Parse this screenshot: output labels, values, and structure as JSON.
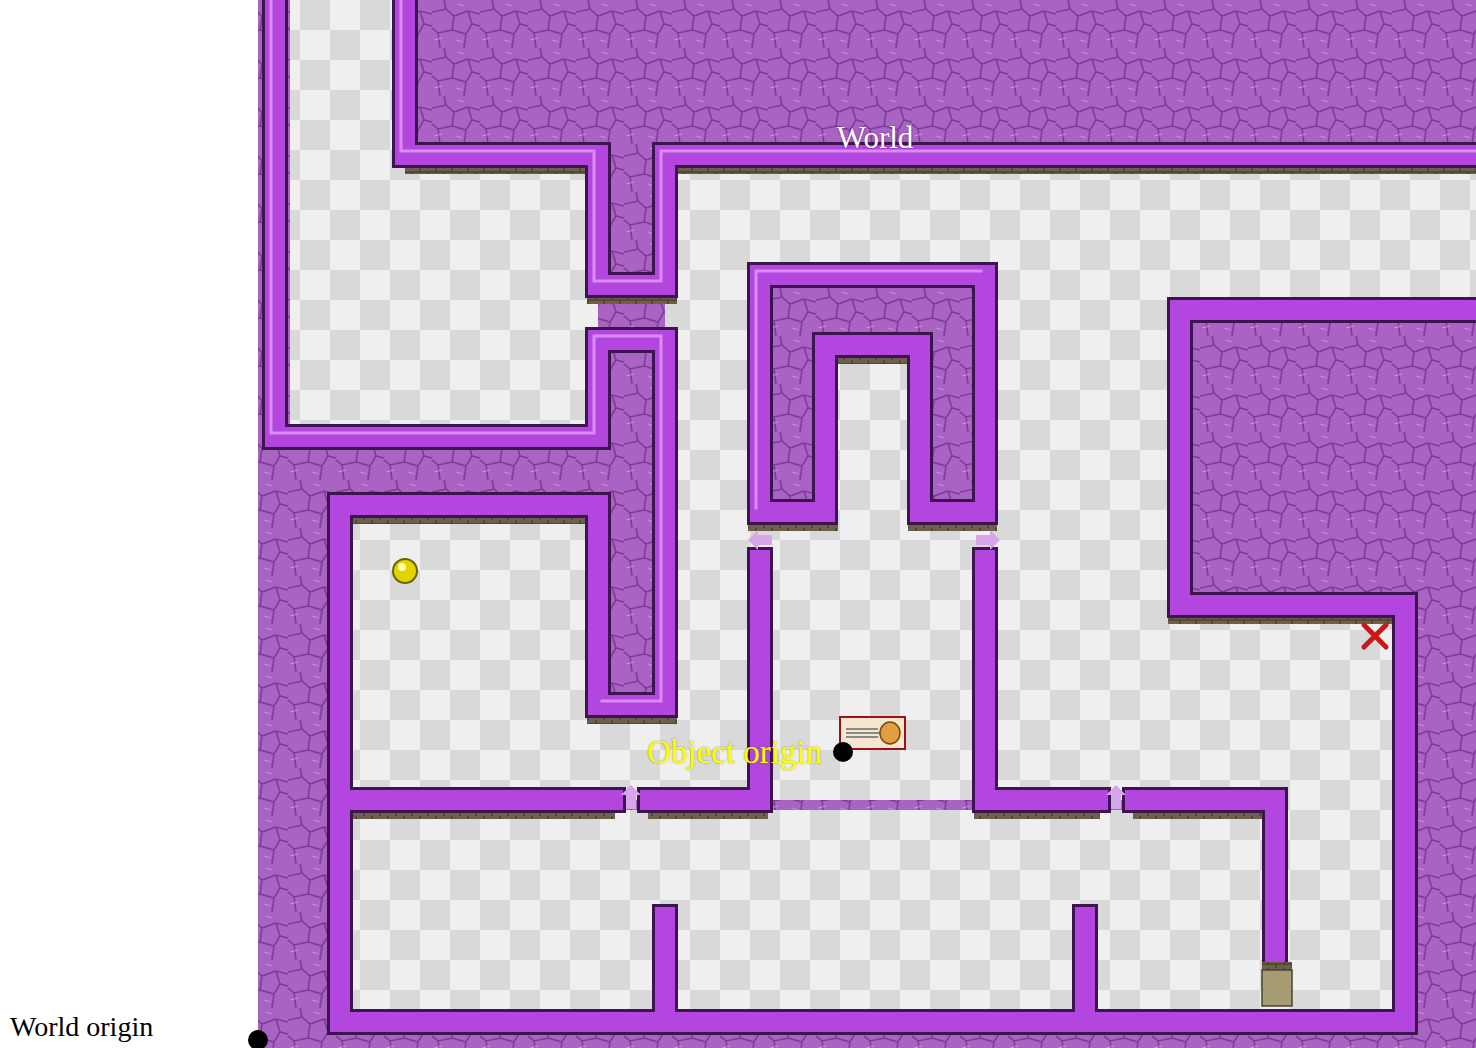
{
  "diagram": {
    "labels": [
      "World",
      "Object origin",
      "World origin"
    ]
  }
}
